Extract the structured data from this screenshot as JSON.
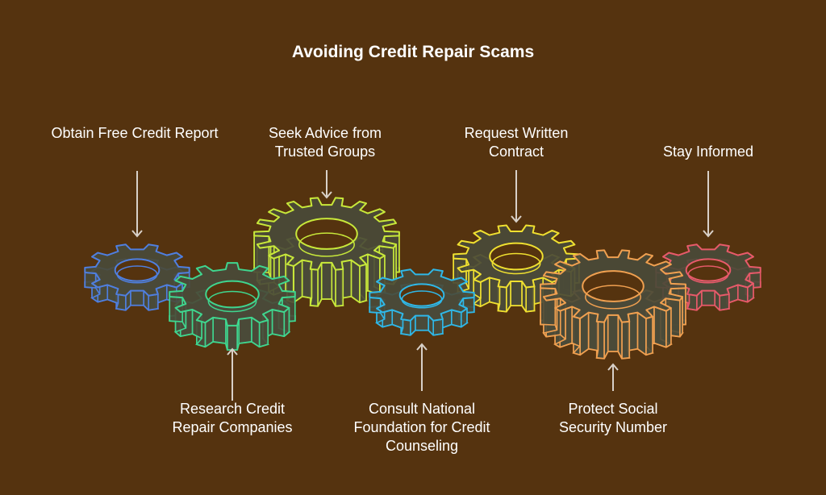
{
  "title": "Avoiding Credit Repair Scams",
  "steps": [
    {
      "label": "Obtain Free Credit Report",
      "color": "#4f7fe0",
      "position": "top"
    },
    {
      "label": "Research Credit Repair Companies",
      "color": "#3fd68f",
      "position": "bottom"
    },
    {
      "label": "Seek Advice from Trusted Groups",
      "color": "#c8e83a",
      "position": "top"
    },
    {
      "label": "Consult National Foundation for Credit Counseling",
      "color": "#2fb8e8",
      "position": "bottom"
    },
    {
      "label": "Request Written Contract",
      "color": "#f0e030",
      "position": "top"
    },
    {
      "label": "Protect Social Security Number",
      "color": "#f0a050",
      "position": "bottom"
    },
    {
      "label": "Stay Informed",
      "color": "#e85a6a",
      "position": "top"
    }
  ],
  "colors": {
    "background": "#55330f",
    "arrow": "#d8d0c8",
    "gear_fill": "#4a4a38"
  }
}
